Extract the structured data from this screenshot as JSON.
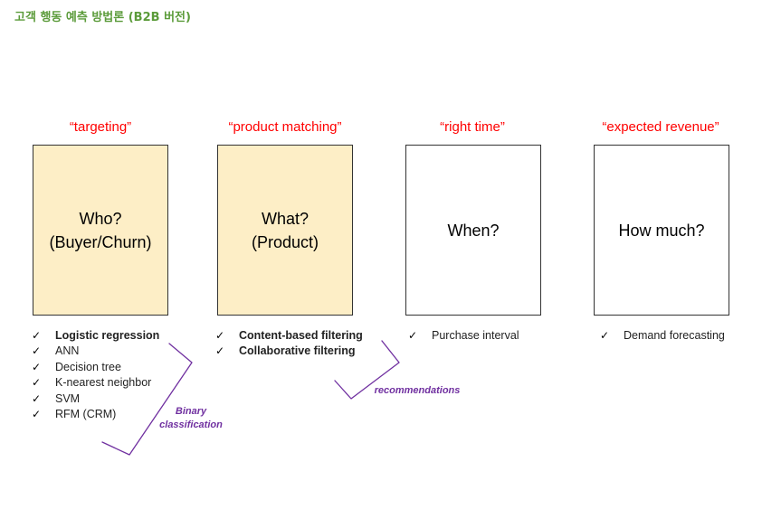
{
  "title": "고객 행동 예측 방법론 (B2B 버전)",
  "columns": [
    {
      "label": "“targeting”",
      "line1": "Who?",
      "line2": "(Buyer/Churn)"
    },
    {
      "label": "“product matching”",
      "line1": "What?",
      "line2": "(Product)"
    },
    {
      "label": "“right time”",
      "line1": "When?",
      "line2": ""
    },
    {
      "label": "“expected revenue”",
      "line1": "How much?",
      "line2": ""
    }
  ],
  "lists": {
    "who": [
      "Logistic regression",
      "ANN",
      "Decision tree",
      "K-nearest neighbor",
      "SVM",
      "RFM (CRM)"
    ],
    "what": [
      "Content-based filtering",
      "Collaborative filtering"
    ],
    "when": [
      "Purchase interval"
    ],
    "how_much": [
      "Demand forecasting"
    ]
  },
  "notes": {
    "binary_line1": "Binary",
    "binary_line2": "classification",
    "recommendations": "recommendations"
  },
  "check_glyph": "✓",
  "colors": {
    "title": "#5b9b3a",
    "label": "#ff0000",
    "box_fill": "#fdeec6",
    "note": "#7030a0"
  }
}
